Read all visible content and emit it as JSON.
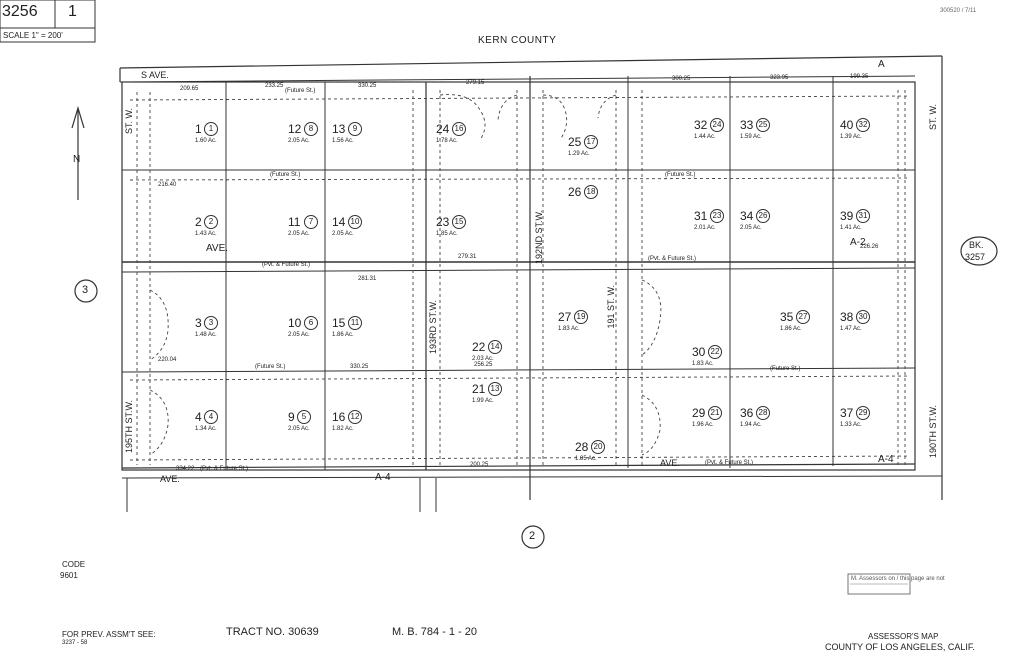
{
  "header": {
    "book": "3256",
    "page": "1",
    "scale": "SCALE 1\" = 200'",
    "county_north": "KERN  COUNTY",
    "stamp": "300520 / 7/11"
  },
  "streets": {
    "top_ave": "S AVE.",
    "mid_ave": "AVE.",
    "bottom_ave_left": "AVE.",
    "bottom_ave_right": "AVE.",
    "st_w_195th": "195TH ST.W.",
    "st_w_193rd": "193RD ST.W.",
    "st_w_192nd": "192ND ST.W.",
    "st_w_191st": "191 ST. W.",
    "st_w_190th": "190TH ST.W.",
    "st_w_top_left": "ST. W.",
    "st_w_top_right": "ST. W.",
    "future_st": "(Future  St.)",
    "pvt_future_st": "(Pvt. & Future St.)"
  },
  "blocks": {
    "a": "A",
    "a2": "A-2",
    "a4_left": "A-4",
    "a4_right": "A-4"
  },
  "parcels": [
    {
      "num": "1",
      "lot": "1",
      "acres": "1.60 Ac."
    },
    {
      "num": "2",
      "lot": "2",
      "acres": "1.43 Ac."
    },
    {
      "num": "3",
      "lot": "3",
      "acres": "1.48 Ac."
    },
    {
      "num": "4",
      "lot": "4",
      "acres": "1.34 Ac."
    },
    {
      "num": "12",
      "lot": "8",
      "acres": "2.05 Ac."
    },
    {
      "num": "13",
      "lot": "9",
      "acres": "1.56 Ac."
    },
    {
      "num": "11",
      "lot": "7",
      "acres": "2.05 Ac."
    },
    {
      "num": "14",
      "lot": "10",
      "acres": "2.05 Ac."
    },
    {
      "num": "10",
      "lot": "6",
      "acres": "2.05 Ac."
    },
    {
      "num": "15",
      "lot": "11",
      "acres": "1.86 Ac."
    },
    {
      "num": "9",
      "lot": "5",
      "acres": "2.05 Ac."
    },
    {
      "num": "16",
      "lot": "12",
      "acres": "1.82 Ac."
    },
    {
      "num": "24",
      "lot": "16",
      "acres": "1.78 Ac."
    },
    {
      "num": "23",
      "lot": "15",
      "acres": "1.85 Ac."
    },
    {
      "num": "22",
      "lot": "14",
      "acres": "2.03 Ac."
    },
    {
      "num": "21",
      "lot": "13",
      "acres": "1.99 Ac."
    },
    {
      "num": "25",
      "lot": "17",
      "acres": "1.29 Ac."
    },
    {
      "num": "26",
      "lot": "18",
      "acres": ""
    },
    {
      "num": "27",
      "lot": "19",
      "acres": "1.83 Ac."
    },
    {
      "num": "28",
      "lot": "20",
      "acres": "1.85 Ac."
    },
    {
      "num": "32",
      "lot": "24",
      "acres": "1.44 Ac."
    },
    {
      "num": "33",
      "lot": "25",
      "acres": "1.59 Ac."
    },
    {
      "num": "31",
      "lot": "23",
      "acres": "2.01 Ac."
    },
    {
      "num": "34",
      "lot": "26",
      "acres": "2.05 Ac."
    },
    {
      "num": "30",
      "lot": "22",
      "acres": "1.83 Ac."
    },
    {
      "num": "35",
      "lot": "27",
      "acres": "1.86 Ac."
    },
    {
      "num": "29",
      "lot": "21",
      "acres": "1.96 Ac."
    },
    {
      "num": "36",
      "lot": "28",
      "acres": "1.94 Ac."
    },
    {
      "num": "40",
      "lot": "32",
      "acres": "1.39 Ac."
    },
    {
      "num": "39",
      "lot": "31",
      "acres": "1.41 Ac."
    },
    {
      "num": "38",
      "lot": "30",
      "acres": "1.47 Ac."
    },
    {
      "num": "37",
      "lot": "29",
      "acres": "1.33 Ac."
    }
  ],
  "dims": {
    "d1": "209.65",
    "d2": "233.25",
    "d3": "330.25",
    "d4": "279.15",
    "d5": "300.25",
    "d6": "323.95",
    "d7": "199.35",
    "d8": "216.40",
    "d9": "279.31",
    "d10": "256.25",
    "d11": "220.04",
    "d12": "334.22",
    "d13": "200.25",
    "d14": "330.25",
    "d15": "281.31",
    "d16": "226.26"
  },
  "sheet_refs": {
    "left": "3",
    "bottom": "2",
    "right_bk_label": "BK.",
    "right_bk_num": "3257"
  },
  "footer": {
    "code_label": "CODE",
    "code_value": "9601",
    "prev_assmt": "FOR PREV. ASSM'T SEE:",
    "prev_assmt_ref": "3237 - 58",
    "tract": "TRACT   NO. 30639",
    "mb": "M. B. 784 - 1 - 20",
    "assessors_map": "ASSESSOR'S MAP",
    "county": "COUNTY OF LOS ANGELES, CALIF.",
    "stamp_small": "M. Assessors on / this page are not"
  }
}
